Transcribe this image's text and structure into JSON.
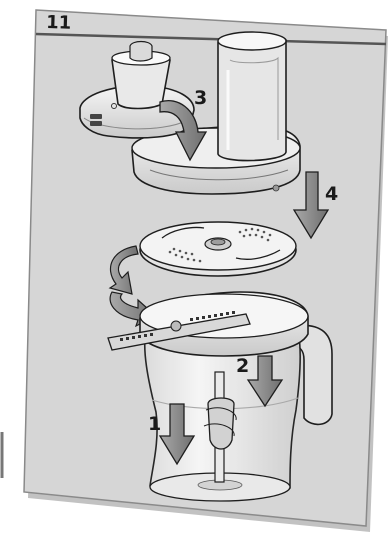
{
  "page_number": "11",
  "steps": [
    {
      "label": "1"
    },
    {
      "label": "2"
    },
    {
      "label": "3"
    },
    {
      "label": "4"
    }
  ],
  "colors": {
    "panel": "#d6d6d6",
    "panel_edge": "#9a9a9a",
    "arrow": "#8c8c8c",
    "part_light": "#f4f4f4",
    "part_mid": "#cfcfcf",
    "outline": "#1e1e1e"
  }
}
